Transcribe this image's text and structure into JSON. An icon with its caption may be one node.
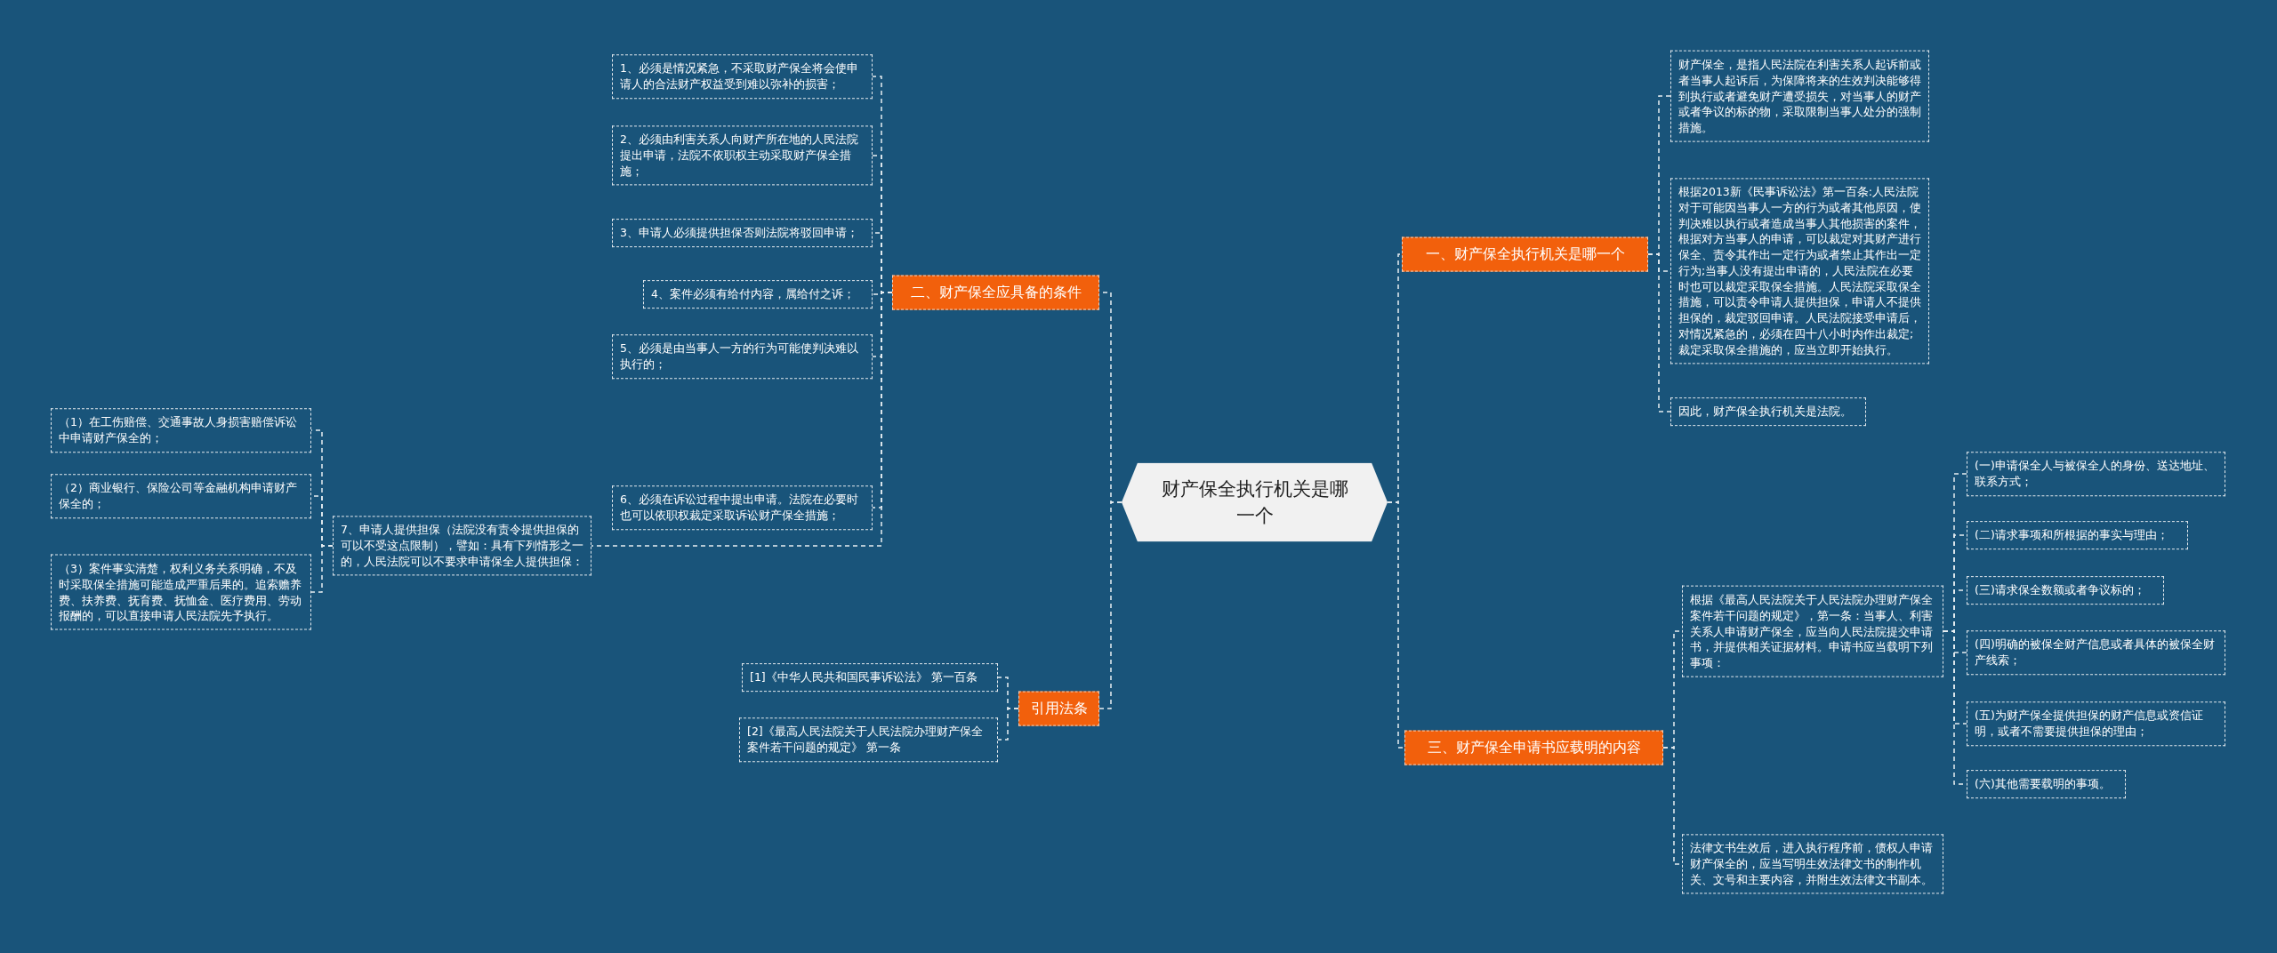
{
  "diagram": {
    "nodes": [
      {
        "text": [
          "财产保全执行机关是哪一个"
        ]
      },
      {
        "text": [
          "二、财产保全应具备的条件"
        ]
      },
      {
        "text": [
          "1、必须是情况紧急，不采取财产保全将会使申请人的合法财产权益受到难以弥补的损害；"
        ]
      },
      {
        "text": [
          "2、必须由利害关系人向财产所在地的人民法院提出申请，法院不依职权主动采取财产保全措施；"
        ]
      },
      {
        "text": [
          "3、申请人必须提供担保否则法院将驳回申请；"
        ]
      },
      {
        "text": [
          "4、案件必须有给付内容，属给付之诉；"
        ]
      },
      {
        "text": [
          "5、必须是由当事人一方的行为可能使判决难以执行的；"
        ]
      },
      {
        "text": [
          "6、必须在诉讼过程中提出申请。法院在必要时也可以依职权裁定采取诉讼财产保全措施；"
        ]
      },
      {
        "text": [
          "7、申请人提供担保（法院没有责令提供担保的可以不受这点限制），譬如：具有下列情形之一的，人民法院可以不要求申请保全人提供担保："
        ]
      },
      {
        "text": [
          "（1）在工伤赔偿、交通事故人身损害赔偿诉讼中申请财产保全的；"
        ]
      },
      {
        "text": [
          "（2）商业银行、保险公司等金融机构申请财产保全的；"
        ]
      },
      {
        "text": [
          "（3）案件事实清楚，权利义务关系明确，不及时采取保全措施可能造成严重后果的。追索赡养费、扶养费、抚育费、抚恤金、医疗费用、劳动报酬的，可以直接申请人民法院先予执行。"
        ]
      },
      {
        "text": [
          "引用法条"
        ]
      },
      {
        "text": [
          "[1]《中华人民共和国民事诉讼法》 第一百条"
        ]
      },
      {
        "text": [
          "[2]《最高人民法院关于人民法院办理财产保全案件若干问题的规定》 第一条"
        ]
      },
      {
        "text": [
          "一、财产保全执行机关是哪一个"
        ]
      },
      {
        "text": [
          "财产保全，是指人民法院在利害关系人起诉前或者当事人起诉后，为保障将来的生效判决能够得到执行或者避免财产遭受损失，对当事人的财产或者争议的标的物，采取限制当事人处分的强制措施。"
        ]
      },
      {
        "text": [
          "根据2013新《民事诉讼法》第一百条:人民法院对于可能因当事人一方的行为或者其他原因，使判决难以执行或者造成当事人其他损害的案件，根据对方当事人的申请，可以裁定对其财产进行保全、责令其作出一定行为或者禁止其作出一定行为;当事人没有提出申请的，人民法院在必要时也可以裁定采取保全措施。人民法院采取保全措施，可以责令申请人提供担保，申请人不提供担保的，裁定驳回申请。人民法院接受申请后，对情况紧急的，必须在四十八小时内作出裁定;裁定采取保全措施的，应当立即开始执行。"
        ]
      },
      {
        "text": [
          "因此，财产保全执行机关是法院。"
        ]
      },
      {
        "text": [
          "三、财产保全申请书应载明的内容"
        ]
      },
      {
        "text": [
          "根据《最高人民法院关于人民法院办理财产保全案件若干问题的规定》，第一条：当事人、利害关系人申请财产保全，应当向人民法院提交申请书，并提供相关证据材料。申请书应当载明下列事项："
        ]
      },
      {
        "text": [
          "(一)申请保全人与被保全人的身份、送达地址、联系方式；"
        ]
      },
      {
        "text": [
          "(二)请求事项和所根据的事实与理由；"
        ]
      },
      {
        "text": [
          "(三)请求保全数额或者争议标的；"
        ]
      },
      {
        "text": [
          "(四)明确的被保全财产信息或者具体的被保全财产线索；"
        ]
      },
      {
        "text": [
          "(五)为财产保全提供担保的财产信息或资信证明，或者不需要提供担保的理由；"
        ]
      },
      {
        "text": [
          "(六)其他需要载明的事项。"
        ]
      },
      {
        "text": [
          "法律文书生效后，进入执行程序前，债权人申请财产保全的，应当写明生效法律文书的制作机关、文号和主要内容，并附生效法律文书副本。"
        ]
      }
    ],
    "edges": [
      {
        "from": 0,
        "to": 1,
        "arrow": "none"
      },
      {
        "from": 1,
        "to": 2,
        "arrow": "none"
      },
      {
        "from": 1,
        "to": 3,
        "arrow": "none"
      },
      {
        "from": 1,
        "to": 4,
        "arrow": "none"
      },
      {
        "from": 1,
        "to": 5,
        "arrow": "none"
      },
      {
        "from": 1,
        "to": 6,
        "arrow": "none"
      },
      {
        "from": 1,
        "to": 7,
        "arrow": "none"
      },
      {
        "from": 1,
        "to": 8,
        "arrow": "none"
      },
      {
        "from": 8,
        "to": 9,
        "arrow": "none"
      },
      {
        "from": 8,
        "to": 10,
        "arrow": "none"
      },
      {
        "from": 8,
        "to": 11,
        "arrow": "none"
      },
      {
        "from": 0,
        "to": 12,
        "arrow": "none"
      },
      {
        "from": 12,
        "to": 13,
        "arrow": "none"
      },
      {
        "from": 12,
        "to": 14,
        "arrow": "none"
      },
      {
        "from": 0,
        "to": 15,
        "arrow": "none"
      },
      {
        "from": 15,
        "to": 16,
        "arrow": "none"
      },
      {
        "from": 15,
        "to": 17,
        "arrow": "none"
      },
      {
        "from": 15,
        "to": 18,
        "arrow": "none"
      },
      {
        "from": 0,
        "to": 19,
        "arrow": "none"
      },
      {
        "from": 19,
        "to": 20,
        "arrow": "none"
      },
      {
        "from": 20,
        "to": 21,
        "arrow": "none"
      },
      {
        "from": 20,
        "to": 22,
        "arrow": "none"
      },
      {
        "from": 20,
        "to": 23,
        "arrow": "none"
      },
      {
        "from": 20,
        "to": 24,
        "arrow": "none"
      },
      {
        "from": 20,
        "to": 25,
        "arrow": "none"
      },
      {
        "from": 20,
        "to": 26,
        "arrow": "none"
      },
      {
        "from": 19,
        "to": 27,
        "arrow": "none"
      }
    ]
  }
}
